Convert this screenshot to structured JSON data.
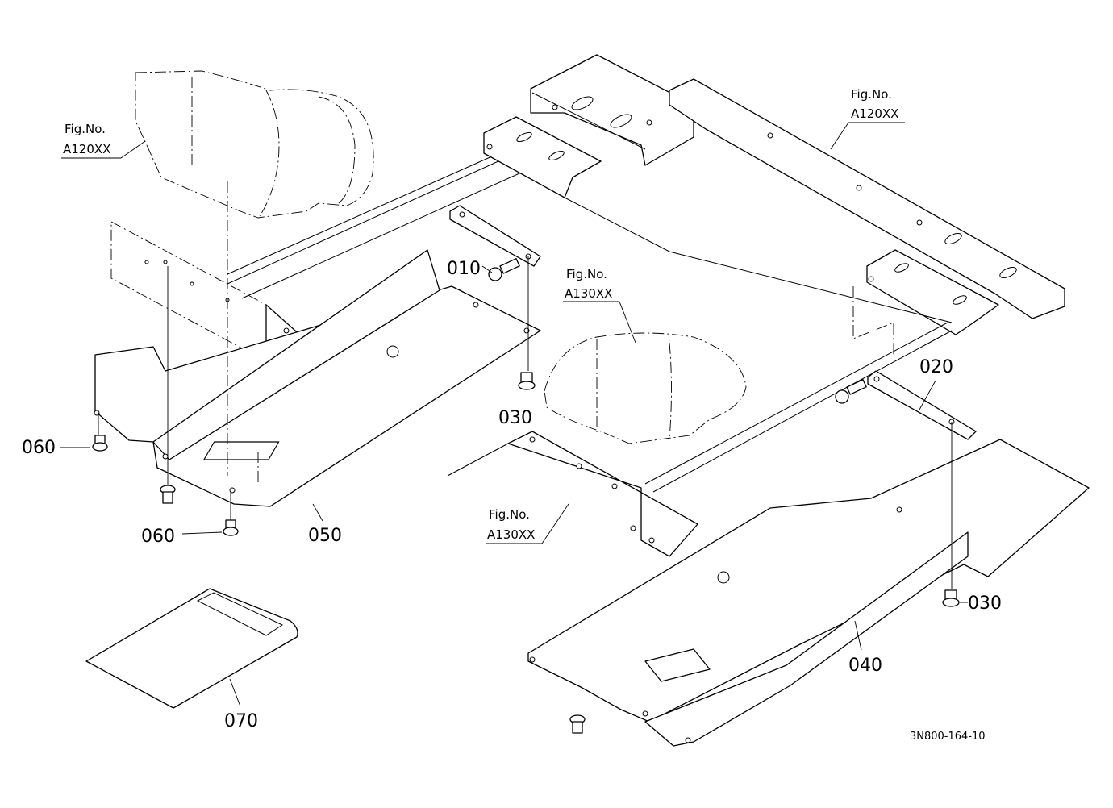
{
  "callouts": {
    "c010": "010",
    "c020": "020",
    "c030a": "030",
    "c030b": "030",
    "c040": "040",
    "c050": "050",
    "c060a": "060",
    "c060b": "060",
    "c070": "070"
  },
  "figure_refs": {
    "left_top": {
      "label": "Fig.No.",
      "number": "A120XX"
    },
    "right_top": {
      "label": "Fig.No.",
      "number": "A120XX"
    },
    "center": {
      "label": "Fig.No.",
      "number": "A130XX"
    },
    "bottom": {
      "label": "Fig.No.",
      "number": "A130XX"
    }
  },
  "drawing_code": "3N800-164-10"
}
